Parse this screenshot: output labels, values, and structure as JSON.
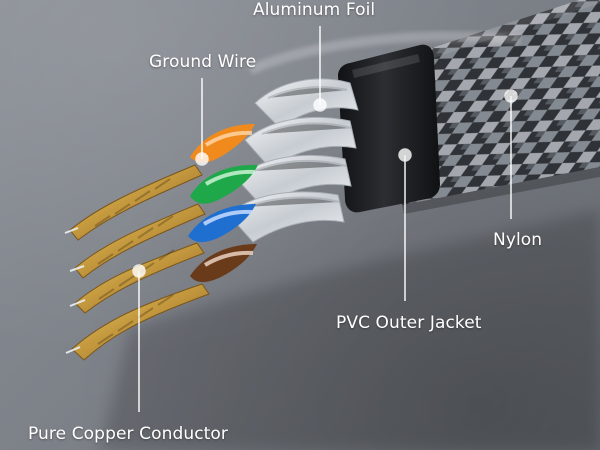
{
  "callouts": {
    "aluminum_foil": "Aluminum Foil",
    "ground_wire": "Ground Wire",
    "nylon": "Nylon",
    "pvc_outer_jacket": "PVC Outer Jacket",
    "pure_copper_conductor": "Pure Copper Conductor"
  },
  "colors": {
    "background": "#7d8188",
    "label_text": "#ffffff",
    "leader_line": "#ffffff",
    "copper": "#c9a24a",
    "pair_orange": "#f08a1c",
    "pair_green": "#1fa84a",
    "pair_blue": "#1f6fd1",
    "pair_brown": "#6a3b1a",
    "foil": "#d9dde2",
    "pvc_jacket": "#1d1f22",
    "nylon_braid": "#3b3e42"
  }
}
